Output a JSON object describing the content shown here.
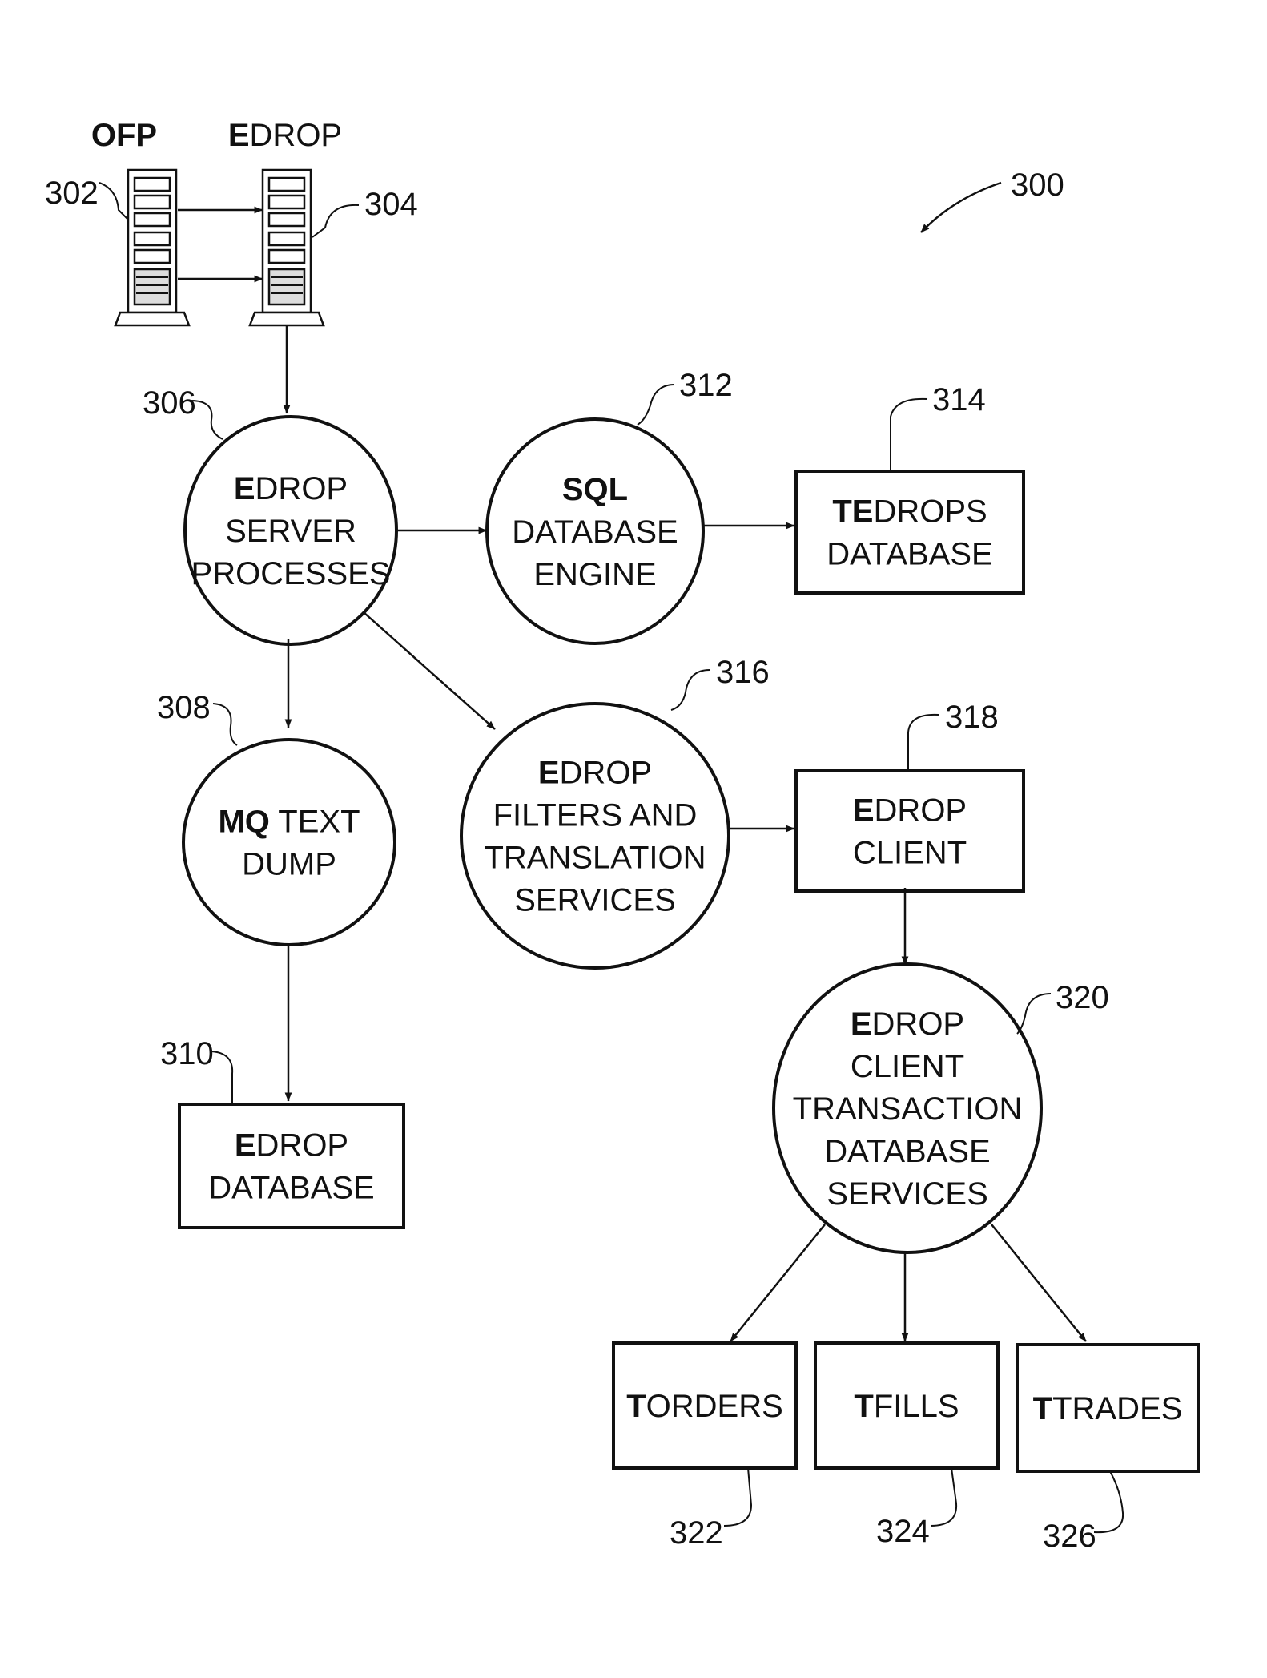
{
  "figure_ref": "300",
  "servers": [
    {
      "id": "ofp",
      "bold": "OFP",
      "rest": "",
      "ref": "302"
    },
    {
      "id": "edrop",
      "bold": "E",
      "rest": "DROP",
      "ref": "304"
    }
  ],
  "nodes": {
    "n306": {
      "ref": "306",
      "lines": [
        [
          {
            "t": "E",
            "b": true
          },
          {
            "t": "DROP"
          }
        ],
        [
          {
            "t": "SERVER"
          }
        ],
        [
          {
            "t": "PROCESSES"
          }
        ]
      ]
    },
    "n312": {
      "ref": "312",
      "lines": [
        [
          {
            "t": "SQL",
            "b": true
          }
        ],
        [
          {
            "t": "DATABASE"
          }
        ],
        [
          {
            "t": "ENGINE"
          }
        ]
      ]
    },
    "n314": {
      "ref": "314",
      "lines": [
        [
          {
            "t": "TE",
            "b": true
          },
          {
            "t": "DROPS"
          }
        ],
        [
          {
            "t": "DATABASE"
          }
        ]
      ]
    },
    "n308": {
      "ref": "308",
      "lines": [
        [
          {
            "t": "MQ",
            "b": true
          },
          {
            "t": " TEXT"
          }
        ],
        [
          {
            "t": "DUMP"
          }
        ]
      ]
    },
    "n316": {
      "ref": "316",
      "lines": [
        [
          {
            "t": "E",
            "b": true
          },
          {
            "t": "DROP"
          }
        ],
        [
          {
            "t": "FILTERS AND"
          }
        ],
        [
          {
            "t": "TRANSLATION"
          }
        ],
        [
          {
            "t": "SERVICES"
          }
        ]
      ]
    },
    "n318": {
      "ref": "318",
      "lines": [
        [
          {
            "t": "E",
            "b": true
          },
          {
            "t": "DROP"
          }
        ],
        [
          {
            "t": "CLIENT"
          }
        ]
      ]
    },
    "n310": {
      "ref": "310",
      "lines": [
        [
          {
            "t": "E",
            "b": true
          },
          {
            "t": "DROP"
          }
        ],
        [
          {
            "t": "DATABASE"
          }
        ]
      ]
    },
    "n320": {
      "ref": "320",
      "lines": [
        [
          {
            "t": "E",
            "b": true
          },
          {
            "t": "DROP"
          }
        ],
        [
          {
            "t": "CLIENT"
          }
        ],
        [
          {
            "t": "TRANSACTION"
          }
        ],
        [
          {
            "t": "DATABASE"
          }
        ],
        [
          {
            "t": "SERVICES"
          }
        ]
      ]
    },
    "n322": {
      "ref": "322",
      "lines": [
        [
          {
            "t": "T",
            "b": true
          },
          {
            "t": "ORDERS"
          }
        ]
      ]
    },
    "n324": {
      "ref": "324",
      "lines": [
        [
          {
            "t": "T",
            "b": true
          },
          {
            "t": "FILLS"
          }
        ]
      ]
    },
    "n326": {
      "ref": "326",
      "lines": [
        [
          {
            "t": "T",
            "b": true
          },
          {
            "t": "TRADES"
          }
        ]
      ]
    }
  }
}
